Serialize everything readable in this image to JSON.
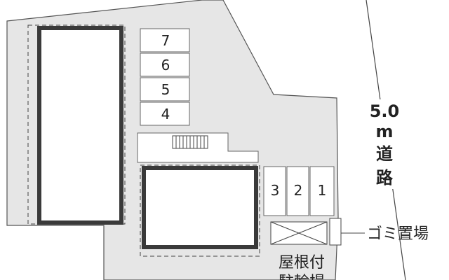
{
  "parking_upper": [
    "7",
    "6",
    "5",
    "4"
  ],
  "parking_lower": [
    "3",
    "2",
    "1"
  ],
  "road": {
    "width": "5.0",
    "unit": "m",
    "name_1": "道",
    "name_2": "路"
  },
  "garbage_area": "ゴミ置場",
  "bicycle_parking": {
    "line_1": "屋根付",
    "line_2": "駐輪場"
  }
}
